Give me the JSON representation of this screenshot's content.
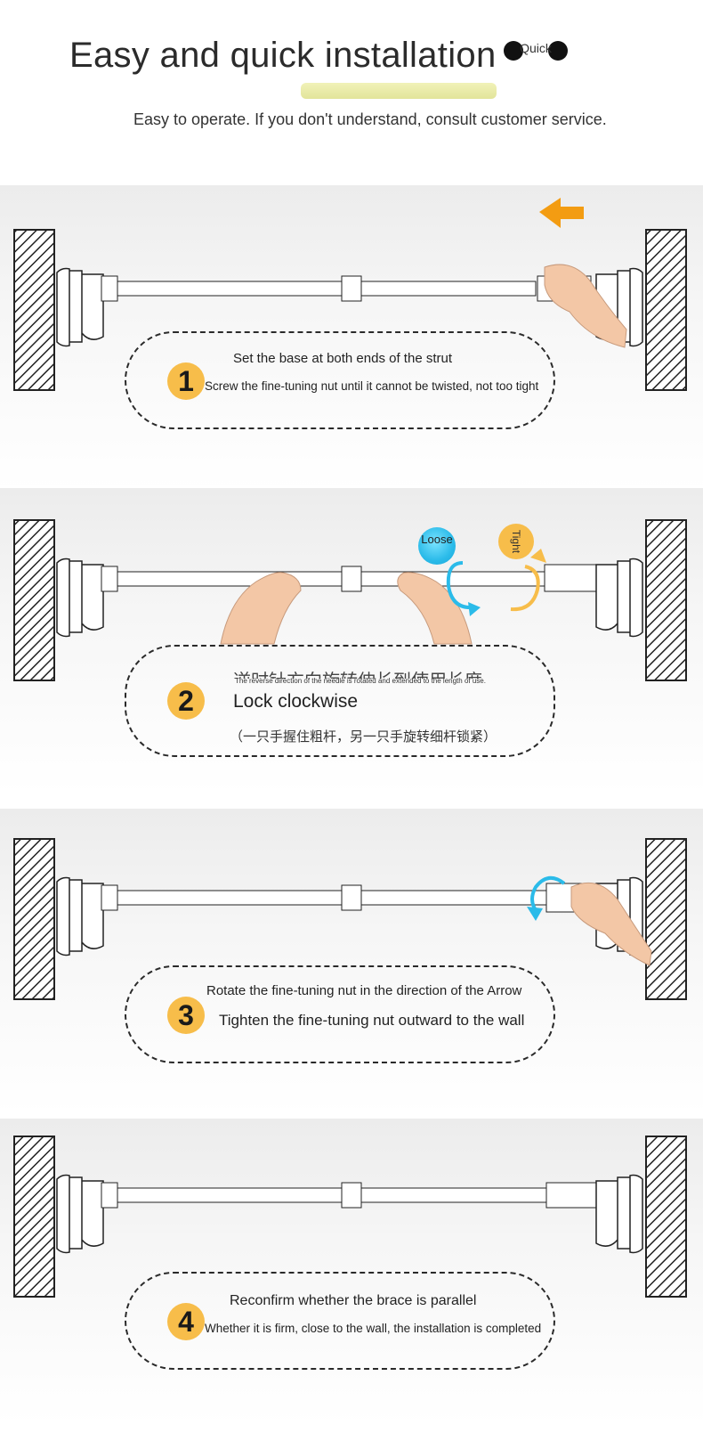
{
  "header": {
    "title": "Easy and quick installation",
    "quick_badge": "Quick",
    "subtitle": "Easy to operate. If you don't understand, consult customer service."
  },
  "steps": [
    {
      "number": "1",
      "line1": "Set the base at both ends of the strut",
      "line2": "Screw the fine-tuning nut until it cannot be twisted, not too tight"
    },
    {
      "number": "2",
      "line0_cn": "逆时针方向旋转伸长到使用长度",
      "line0_en": "The reverse direction of the needle is rotated and extended to the length of use.",
      "line1": "Lock clockwise",
      "line2": "（一只手握住粗杆，另一只手旋转细杆锁紧）",
      "loose_label": "Loose",
      "tight_label": "Tight"
    },
    {
      "number": "3",
      "line1": "Rotate the fine-tuning nut in the direction of the Arrow",
      "line2": "Tighten the fine-tuning nut outward to the wall"
    },
    {
      "number": "4",
      "line1": "Reconfirm whether the brace is parallel",
      "line2": "Whether it is firm, close to the wall, the installation is completed"
    }
  ],
  "colors": {
    "badge_orange": "#f7bd4a",
    "arrow_orange": "#f39c12",
    "rotate_blue": "#2bbbe9",
    "text_dark": "#222222"
  }
}
